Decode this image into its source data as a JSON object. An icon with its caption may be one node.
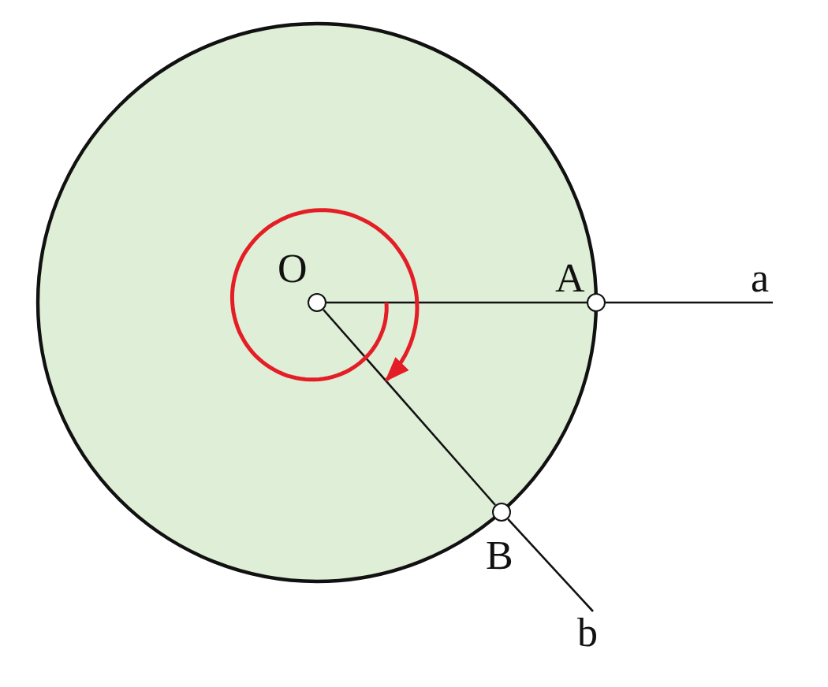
{
  "diagram": {
    "nodes": [
      {
        "text": [],
        "shape": "circle",
        "beside": [
          "O"
        ]
      },
      {
        "text": [],
        "shape": "circle",
        "beside": [
          "A"
        ]
      },
      {
        "text": [],
        "shape": "circle",
        "beside": [
          "B"
        ]
      },
      {
        "text": [
          "a"
        ]
      },
      {
        "text": [
          "b"
        ]
      }
    ],
    "edges": [
      {
        "from": 0,
        "to": 1,
        "arrow": "none"
      },
      {
        "from": 1,
        "to": 3,
        "arrow": "none"
      },
      {
        "from": 0,
        "to": 2,
        "arrow": "none"
      },
      {
        "from": 2,
        "to": 4,
        "arrow": "none"
      }
    ]
  }
}
